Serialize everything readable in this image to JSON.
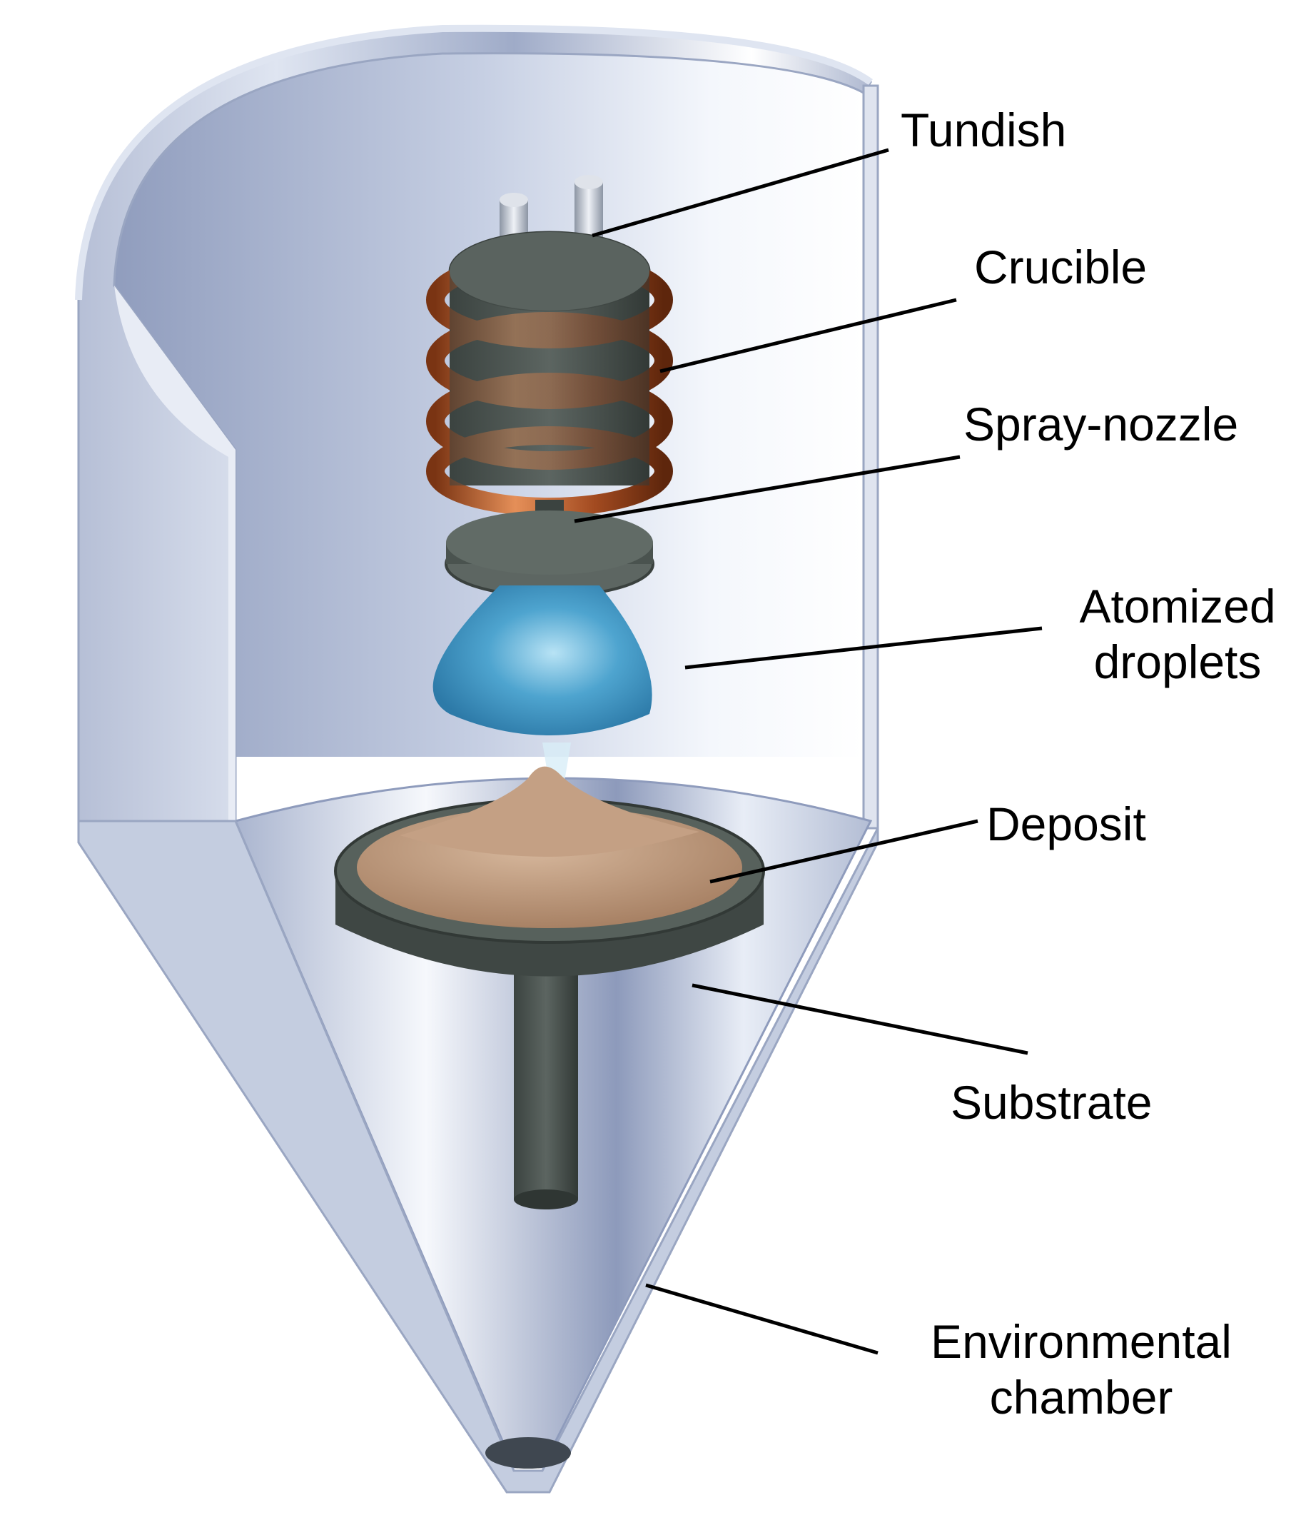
{
  "labels": {
    "tundish": "Tundish",
    "crucible": "Crucible",
    "spray_nozzle": "Spray-nozzle",
    "atomized_droplets": [
      "Atomized",
      "droplets"
    ],
    "deposit": "Deposit",
    "substrate": "Substrate",
    "environmental_chamber": [
      "Environmental",
      "chamber"
    ]
  },
  "colors": {
    "chamber": "#c9d2e6",
    "coil": "#c46a35",
    "crucible": "#4d5552",
    "droplets": "#3d8fc0",
    "deposit": "#b99274",
    "substrate": "#46504b",
    "leader_line": "#000000"
  }
}
